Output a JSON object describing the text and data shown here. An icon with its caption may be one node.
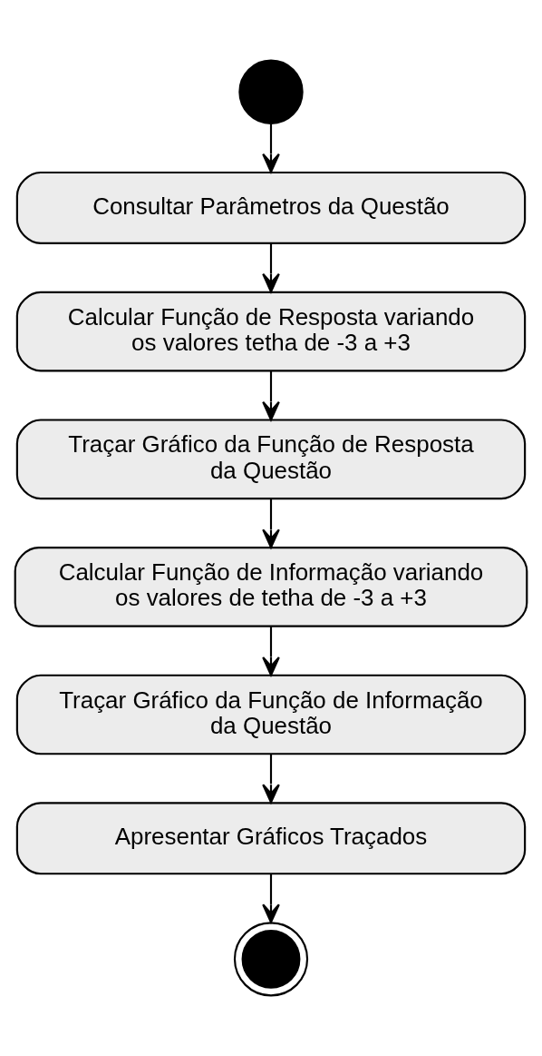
{
  "diagram": {
    "nodes": [
      {
        "text": [],
        "shape": "circle"
      },
      {
        "text": [
          "Consultar Parâmetros da Questão"
        ]
      },
      {
        "text": [
          "Calcular Função de Resposta variando os valores tetha de -3 a +3"
        ]
      },
      {
        "text": [
          "Traçar Gráfico da Função de Resposta da Questão"
        ]
      },
      {
        "text": [
          "Calcular Função de Informação variando os valores de tetha de -3 a +3"
        ]
      },
      {
        "text": [
          "Traçar Gráfico da Função de Informação da Questão"
        ]
      },
      {
        "text": [
          "Apresentar Gráficos Traçados"
        ]
      },
      {
        "text": [],
        "shape": "bullseye"
      }
    ],
    "edges": [
      {
        "from": 0,
        "to": 1,
        "arrow": "to"
      },
      {
        "from": 1,
        "to": 2,
        "arrow": "to"
      },
      {
        "from": 2,
        "to": 3,
        "arrow": "to"
      },
      {
        "from": 3,
        "to": 4,
        "arrow": "to"
      },
      {
        "from": 4,
        "to": 5,
        "arrow": "to"
      },
      {
        "from": 5,
        "to": 6,
        "arrow": "to"
      },
      {
        "from": 6,
        "to": 7,
        "arrow": "to"
      }
    ]
  }
}
